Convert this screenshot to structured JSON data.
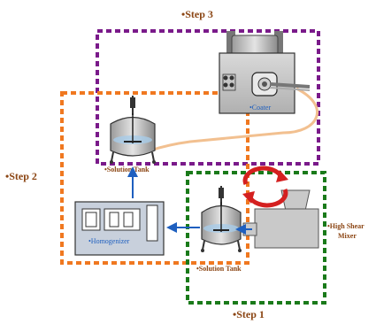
{
  "steps": {
    "step1": "•Step 1",
    "step2": "•Step 2",
    "step3": "•Step 3"
  },
  "labels": {
    "solution_tank_top": "•Solution Tank",
    "solution_tank_bottom": "•Solution Tank",
    "homogenizer": "•Homogenizer",
    "coater": "•Coater",
    "mixer_line1": "•High Shear",
    "mixer_line2": "Mixer"
  },
  "colors": {
    "step1": "#1a7a1a",
    "step2": "#f07820",
    "step3": "#7a1a8a",
    "label_text": "#8b4513",
    "flow_arrow": "#1e5fbf",
    "transfer_line": "#f2c090",
    "cycle_arrow": "#d42020",
    "blue_text": "#1e5fbf"
  }
}
